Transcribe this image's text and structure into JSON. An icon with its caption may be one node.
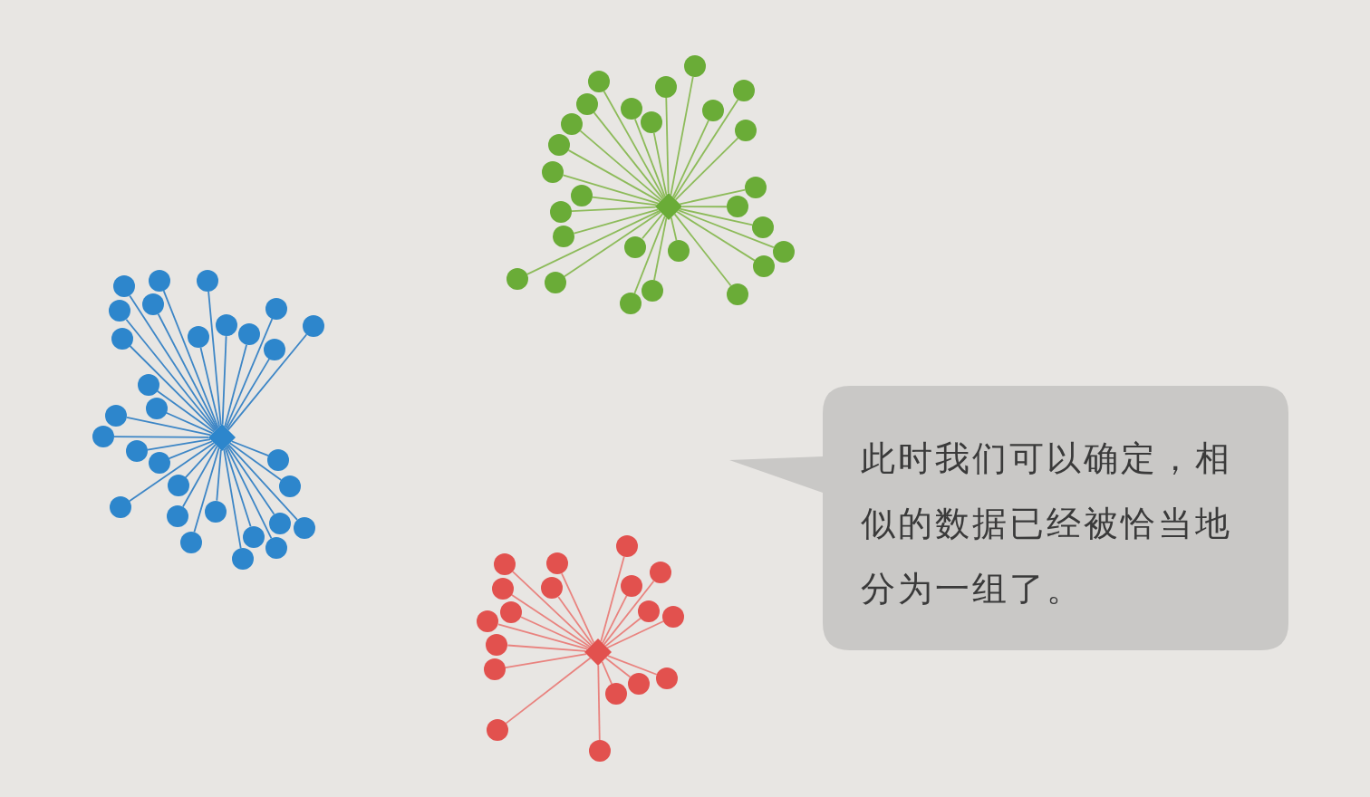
{
  "diagram": {
    "nodes": [
      {
        "text": [],
        "shape": "diamond"
      },
      {
        "text": [],
        "shape": "circle"
      },
      {
        "text": [],
        "shape": "circle"
      },
      {
        "text": [],
        "shape": "circle"
      },
      {
        "text": [],
        "shape": "circle"
      },
      {
        "text": [],
        "shape": "circle"
      },
      {
        "text": [],
        "shape": "circle"
      },
      {
        "text": [],
        "shape": "circle"
      },
      {
        "text": [],
        "shape": "circle"
      },
      {
        "text": [],
        "shape": "circle"
      },
      {
        "text": [],
        "shape": "circle"
      },
      {
        "text": [],
        "shape": "circle"
      },
      {
        "text": [],
        "shape": "circle"
      },
      {
        "text": [],
        "shape": "circle"
      },
      {
        "text": [],
        "shape": "circle"
      },
      {
        "text": [],
        "shape": "circle"
      },
      {
        "text": [],
        "shape": "circle"
      },
      {
        "text": [],
        "shape": "circle"
      },
      {
        "text": [],
        "shape": "circle"
      },
      {
        "text": [],
        "shape": "circle"
      },
      {
        "text": [],
        "shape": "circle"
      },
      {
        "text": [],
        "shape": "circle"
      },
      {
        "text": [],
        "shape": "circle"
      },
      {
        "text": [],
        "shape": "circle"
      },
      {
        "text": [],
        "shape": "circle"
      },
      {
        "text": [],
        "shape": "circle"
      },
      {
        "text": [],
        "shape": "circle"
      },
      {
        "text": [],
        "shape": "circle"
      },
      {
        "text": [],
        "shape": "diamond"
      },
      {
        "text": [],
        "shape": "circle"
      },
      {
        "text": [],
        "shape": "circle"
      },
      {
        "text": [],
        "shape": "circle"
      },
      {
        "text": [],
        "shape": "circle"
      },
      {
        "text": [],
        "shape": "circle"
      },
      {
        "text": [],
        "shape": "circle"
      },
      {
        "text": [],
        "shape": "circle"
      },
      {
        "text": [],
        "shape": "circle"
      },
      {
        "text": [],
        "shape": "circle"
      },
      {
        "text": [],
        "shape": "circle"
      },
      {
        "text": [],
        "shape": "circle"
      },
      {
        "text": [],
        "shape": "circle"
      },
      {
        "text": [],
        "shape": "circle"
      },
      {
        "text": [],
        "shape": "circle"
      },
      {
        "text": [],
        "shape": "circle"
      },
      {
        "text": [],
        "shape": "circle"
      },
      {
        "text": [],
        "shape": "circle"
      },
      {
        "text": [],
        "shape": "circle"
      },
      {
        "text": [],
        "shape": "circle"
      },
      {
        "text": [],
        "shape": "circle"
      },
      {
        "text": [],
        "shape": "circle"
      },
      {
        "text": [],
        "shape": "circle"
      },
      {
        "text": [],
        "shape": "circle"
      },
      {
        "text": [],
        "shape": "circle"
      },
      {
        "text": [],
        "shape": "circle"
      },
      {
        "text": [],
        "shape": "circle"
      },
      {
        "text": [],
        "shape": "circle"
      },
      {
        "text": [],
        "shape": "circle"
      },
      {
        "text": [],
        "shape": "circle"
      },
      {
        "text": [],
        "shape": "circle"
      },
      {
        "text": [],
        "shape": "diamond"
      },
      {
        "text": [],
        "shape": "circle"
      },
      {
        "text": [],
        "shape": "circle"
      },
      {
        "text": [],
        "shape": "circle"
      },
      {
        "text": [],
        "shape": "circle"
      },
      {
        "text": [],
        "shape": "circle"
      },
      {
        "text": [],
        "shape": "circle"
      },
      {
        "text": [],
        "shape": "circle"
      },
      {
        "text": [],
        "shape": "circle"
      },
      {
        "text": [],
        "shape": "circle"
      },
      {
        "text": [],
        "shape": "circle"
      },
      {
        "text": [],
        "shape": "circle"
      },
      {
        "text": [],
        "shape": "circle"
      },
      {
        "text": [],
        "shape": "circle"
      },
      {
        "text": [],
        "shape": "circle"
      },
      {
        "text": [],
        "shape": "circle"
      },
      {
        "text": [],
        "shape": "circle"
      },
      {
        "text": [],
        "shape": "circle"
      },
      {
        "text": [],
        "shape": "circle"
      },
      {
        "text": [
          "此时我们可以确定，相似的数据已经被恰当地分为一组了。"
        ]
      }
    ],
    "edges": [
      {
        "from": 0,
        "to": 1,
        "arrow": "none",
        "color": "#8dbb5a"
      },
      {
        "from": 0,
        "to": 2,
        "arrow": "none",
        "color": "#8dbb5a"
      },
      {
        "from": 0,
        "to": 3,
        "arrow": "none",
        "color": "#8dbb5a"
      },
      {
        "from": 0,
        "to": 4,
        "arrow": "none",
        "color": "#8dbb5a"
      },
      {
        "from": 0,
        "to": 5,
        "arrow": "none",
        "color": "#8dbb5a"
      },
      {
        "from": 0,
        "to": 6,
        "arrow": "none",
        "color": "#8dbb5a"
      },
      {
        "from": 0,
        "to": 7,
        "arrow": "none",
        "color": "#8dbb5a"
      },
      {
        "from": 0,
        "to": 8,
        "arrow": "none",
        "color": "#8dbb5a"
      },
      {
        "from": 0,
        "to": 9,
        "arrow": "none",
        "color": "#8dbb5a"
      },
      {
        "from": 0,
        "to": 10,
        "arrow": "none",
        "color": "#8dbb5a"
      },
      {
        "from": 0,
        "to": 11,
        "arrow": "none",
        "color": "#8dbb5a"
      },
      {
        "from": 0,
        "to": 12,
        "arrow": "none",
        "color": "#8dbb5a"
      },
      {
        "from": 0,
        "to": 13,
        "arrow": "none",
        "color": "#8dbb5a"
      },
      {
        "from": 0,
        "to": 14,
        "arrow": "none",
        "color": "#8dbb5a"
      },
      {
        "from": 0,
        "to": 15,
        "arrow": "none",
        "color": "#8dbb5a"
      },
      {
        "from": 0,
        "to": 16,
        "arrow": "none",
        "color": "#8dbb5a"
      },
      {
        "from": 0,
        "to": 17,
        "arrow": "none",
        "color": "#8dbb5a"
      },
      {
        "from": 0,
        "to": 18,
        "arrow": "none",
        "color": "#8dbb5a"
      },
      {
        "from": 0,
        "to": 19,
        "arrow": "none",
        "color": "#8dbb5a"
      },
      {
        "from": 0,
        "to": 20,
        "arrow": "none",
        "color": "#8dbb5a"
      },
      {
        "from": 0,
        "to": 21,
        "arrow": "none",
        "color": "#8dbb5a"
      },
      {
        "from": 0,
        "to": 22,
        "arrow": "none",
        "color": "#8dbb5a"
      },
      {
        "from": 0,
        "to": 23,
        "arrow": "none",
        "color": "#8dbb5a"
      },
      {
        "from": 0,
        "to": 24,
        "arrow": "none",
        "color": "#8dbb5a"
      },
      {
        "from": 0,
        "to": 25,
        "arrow": "none",
        "color": "#8dbb5a"
      },
      {
        "from": 0,
        "to": 26,
        "arrow": "none",
        "color": "#8dbb5a"
      },
      {
        "from": 0,
        "to": 27,
        "arrow": "none",
        "color": "#8dbb5a"
      },
      {
        "from": 28,
        "to": 29,
        "arrow": "none"
      },
      {
        "from": 28,
        "to": 30,
        "arrow": "none"
      },
      {
        "from": 28,
        "to": 31,
        "arrow": "none"
      },
      {
        "from": 28,
        "to": 32,
        "arrow": "none"
      },
      {
        "from": 28,
        "to": 33,
        "arrow": "none"
      },
      {
        "from": 28,
        "to": 34,
        "arrow": "none"
      },
      {
        "from": 28,
        "to": 35,
        "arrow": "none"
      },
      {
        "from": 28,
        "to": 36,
        "arrow": "none"
      },
      {
        "from": 28,
        "to": 37,
        "arrow": "none"
      },
      {
        "from": 28,
        "to": 38,
        "arrow": "none"
      },
      {
        "from": 28,
        "to": 39,
        "arrow": "none"
      },
      {
        "from": 28,
        "to": 40,
        "arrow": "none"
      },
      {
        "from": 28,
        "to": 41,
        "arrow": "none"
      },
      {
        "from": 28,
        "to": 42,
        "arrow": "none"
      },
      {
        "from": 28,
        "to": 43,
        "arrow": "none"
      },
      {
        "from": 28,
        "to": 44,
        "arrow": "none"
      },
      {
        "from": 28,
        "to": 45,
        "arrow": "none"
      },
      {
        "from": 28,
        "to": 46,
        "arrow": "none"
      },
      {
        "from": 28,
        "to": 47,
        "arrow": "none"
      },
      {
        "from": 28,
        "to": 48,
        "arrow": "none"
      },
      {
        "from": 28,
        "to": 49,
        "arrow": "none"
      },
      {
        "from": 28,
        "to": 50,
        "arrow": "none"
      },
      {
        "from": 28,
        "to": 51,
        "arrow": "none"
      },
      {
        "from": 28,
        "to": 52,
        "arrow": "none"
      },
      {
        "from": 28,
        "to": 53,
        "arrow": "none"
      },
      {
        "from": 28,
        "to": 54,
        "arrow": "none"
      },
      {
        "from": 28,
        "to": 55,
        "arrow": "none"
      },
      {
        "from": 28,
        "to": 56,
        "arrow": "none"
      },
      {
        "from": 28,
        "to": 57,
        "arrow": "none"
      },
      {
        "from": 28,
        "to": 58,
        "arrow": "none"
      },
      {
        "from": 59,
        "to": 60,
        "arrow": "none",
        "color": "#e9837f"
      },
      {
        "from": 59,
        "to": 61,
        "arrow": "none",
        "color": "#e9837f"
      },
      {
        "from": 59,
        "to": 62,
        "arrow": "none",
        "color": "#e9837f"
      },
      {
        "from": 59,
        "to": 63,
        "arrow": "none",
        "color": "#e9837f"
      },
      {
        "from": 59,
        "to": 64,
        "arrow": "none",
        "color": "#e9837f"
      },
      {
        "from": 59,
        "to": 65,
        "arrow": "none",
        "color": "#e9837f"
      },
      {
        "from": 59,
        "to": 66,
        "arrow": "none",
        "color": "#e9837f"
      },
      {
        "from": 59,
        "to": 67,
        "arrow": "none",
        "color": "#e9837f"
      },
      {
        "from": 59,
        "to": 68,
        "arrow": "none",
        "color": "#e9837f"
      },
      {
        "from": 59,
        "to": 69,
        "arrow": "none",
        "color": "#e9837f"
      },
      {
        "from": 59,
        "to": 70,
        "arrow": "none",
        "color": "#e9837f"
      },
      {
        "from": 59,
        "to": 71,
        "arrow": "none",
        "color": "#e9837f"
      },
      {
        "from": 59,
        "to": 72,
        "arrow": "none",
        "color": "#e9837f"
      },
      {
        "from": 59,
        "to": 73,
        "arrow": "none",
        "color": "#e9837f"
      },
      {
        "from": 59,
        "to": 74,
        "arrow": "none",
        "color": "#e9837f"
      },
      {
        "from": 59,
        "to": 75,
        "arrow": "none",
        "color": "#e9837f"
      },
      {
        "from": 59,
        "to": 76,
        "arrow": "none",
        "color": "#e9837f"
      },
      {
        "from": 59,
        "to": 77,
        "arrow": "none",
        "color": "#e9837f"
      }
    ]
  }
}
